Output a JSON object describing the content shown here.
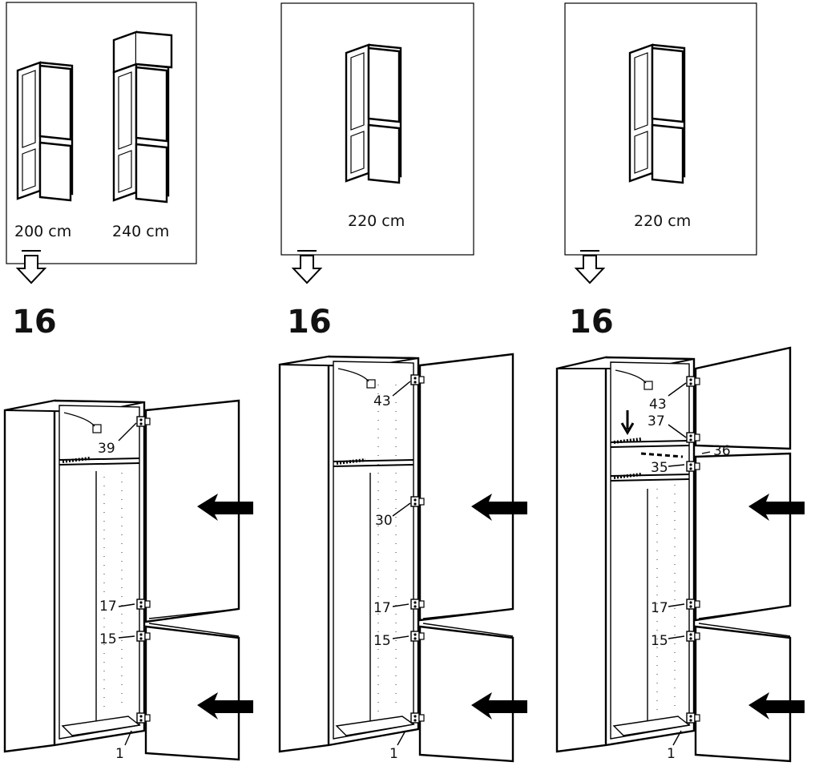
{
  "panels": [
    {
      "variant_captions": [
        "200 cm",
        "240 cm"
      ],
      "step": "16",
      "callouts": [
        "39",
        "17",
        "15",
        "1"
      ]
    },
    {
      "variant_captions": [
        "220 cm"
      ],
      "step": "16",
      "callouts": [
        "43",
        "30",
        "17",
        "15",
        "1"
      ]
    },
    {
      "variant_captions": [
        "220 cm"
      ],
      "step": "16",
      "callouts": [
        "43",
        "37",
        "36",
        "35",
        "17",
        "15",
        "1"
      ]
    }
  ]
}
